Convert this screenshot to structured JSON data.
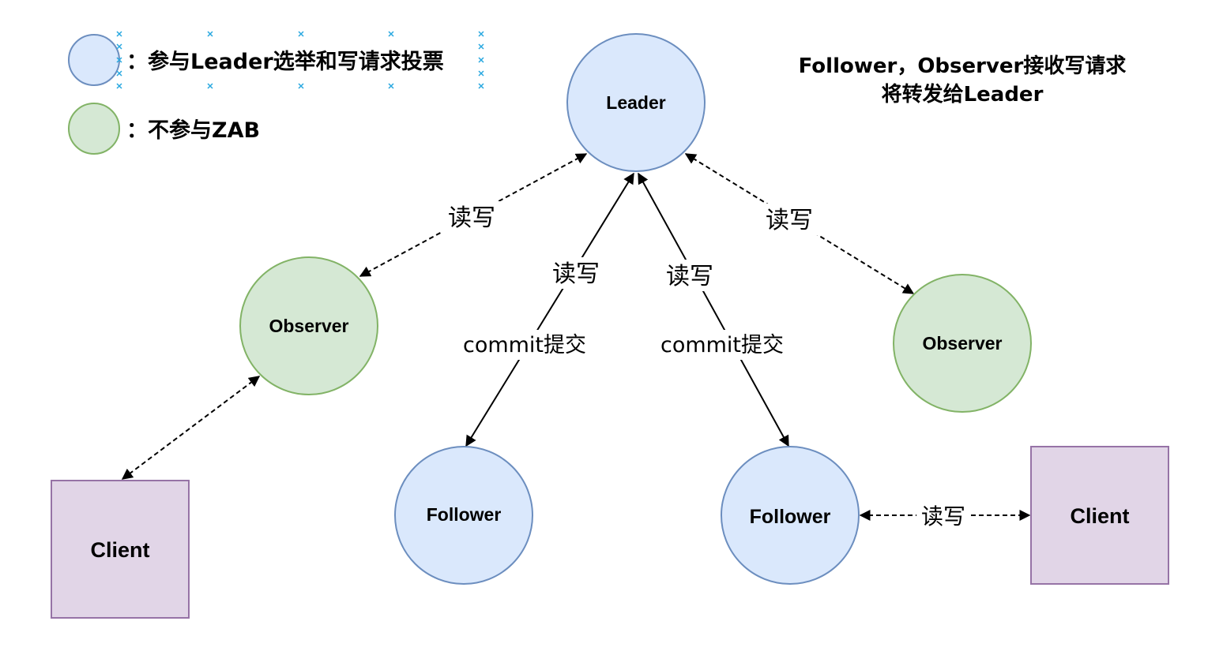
{
  "colors": {
    "voter_fill": "#dae8fc",
    "voter_stroke": "#6c8ebf",
    "non_voter_fill": "#d5e8d4",
    "non_voter_stroke": "#82b366",
    "client_fill": "#e1d5e7",
    "client_stroke": "#9673a6",
    "selection_marker": "#29a8e0"
  },
  "legend": {
    "voter_text": "：参与Leader选举和写请求投票",
    "non_voter_text": "：不参与ZAB"
  },
  "note": {
    "line1": "Follower，Observer接收写请求",
    "line2": "将转发给Leader"
  },
  "nodes": {
    "leader": "Leader",
    "observer_left": "Observer",
    "observer_right": "Observer",
    "follower_left": "Follower",
    "follower_right": "Follower",
    "client_left": "Client",
    "client_right": "Client"
  },
  "edges": {
    "leader_observer_left": "读写",
    "leader_observer_right": "读写",
    "leader_follower_left_rw": "读写",
    "leader_follower_left_commit": "commit提交",
    "leader_follower_right_rw": "读写",
    "leader_follower_right_commit": "commit提交",
    "follower_client_right": "读写"
  }
}
